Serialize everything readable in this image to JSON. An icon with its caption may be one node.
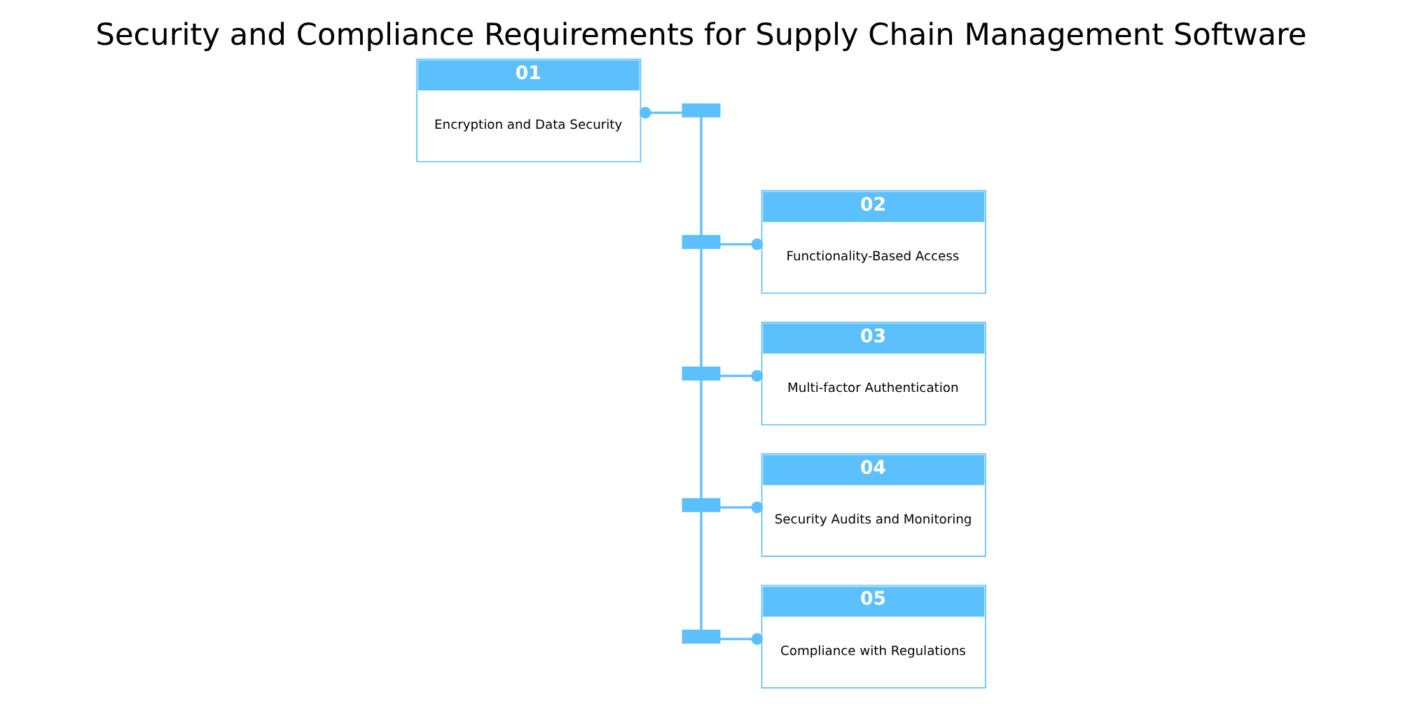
{
  "diagram": {
    "title": "Security and Compliance Requirements for Supply Chain Management Software",
    "nodes": [
      {
        "text": [
          "01",
          "Encryption and Data Security"
        ]
      },
      {
        "text": [
          "02",
          "Functionality-Based Access"
        ]
      },
      {
        "text": [
          "03",
          "Multi-factor Authentication"
        ]
      },
      {
        "text": [
          "04",
          "Security Audits and Monitoring"
        ]
      },
      {
        "text": [
          "05",
          "Compliance with Regulations"
        ]
      },
      {
        "text": [],
        "shape": "bar"
      },
      {
        "text": [],
        "shape": "bar"
      },
      {
        "text": [],
        "shape": "bar"
      },
      {
        "text": [],
        "shape": "bar"
      },
      {
        "text": [],
        "shape": "bar"
      }
    ],
    "edges": [
      {
        "from": 5,
        "to": 6,
        "arrow": "none"
      },
      {
        "from": 6,
        "to": 7,
        "arrow": "none"
      },
      {
        "from": 7,
        "to": 8,
        "arrow": "none"
      },
      {
        "from": 8,
        "to": 9,
        "arrow": "none"
      },
      {
        "from": 5,
        "to": 0,
        "arrow": "other"
      },
      {
        "from": 6,
        "to": 1,
        "arrow": "other"
      },
      {
        "from": 7,
        "to": 2,
        "arrow": "other"
      },
      {
        "from": 8,
        "to": 3,
        "arrow": "other"
      },
      {
        "from": 9,
        "to": 4,
        "arrow": "other"
      }
    ]
  }
}
